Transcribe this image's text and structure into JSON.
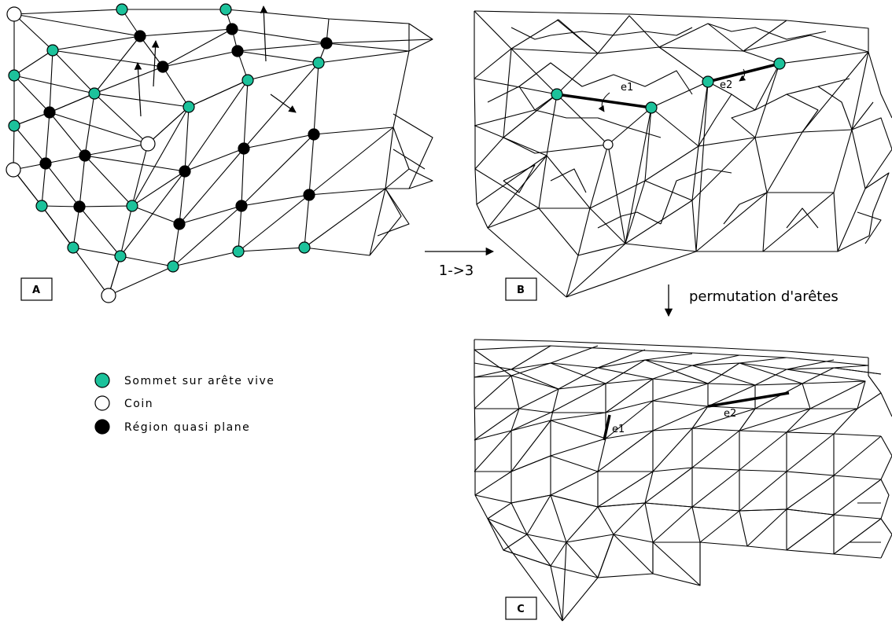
{
  "panels": {
    "a_label": "A",
    "b_label": "B",
    "c_label": "C"
  },
  "transitions": {
    "subdivision_label": "1->3",
    "edge_swap_label": "permutation d'arêtes"
  },
  "edges": {
    "e1": "e1",
    "e2": "e2"
  },
  "legend": {
    "items": [
      {
        "label": "Sommet sur arête vive",
        "color": "#1cc29b"
      },
      {
        "label": "Coin",
        "color": "#ffffff"
      },
      {
        "label": "Région quasi plane",
        "color": "#000000"
      }
    ]
  }
}
